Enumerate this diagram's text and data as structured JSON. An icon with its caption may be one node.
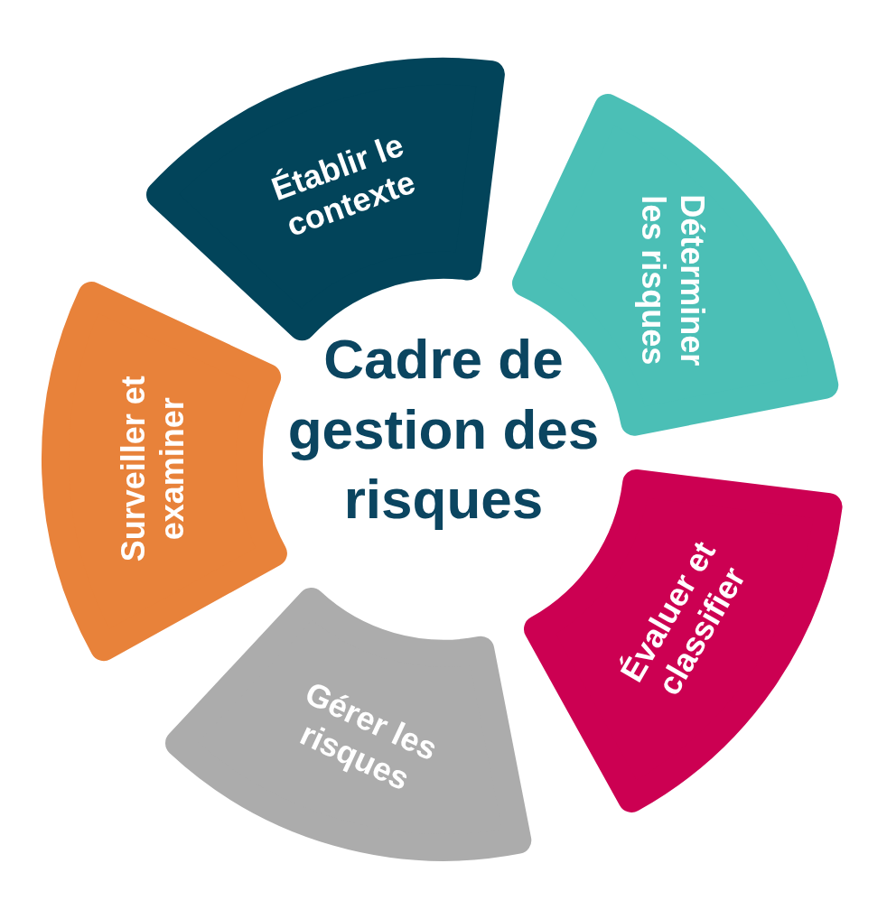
{
  "diagram": {
    "title": "Cadre de gestion des risques",
    "nodes": [
      {
        "text": [
          "Établir le contexte"
        ]
      },
      {
        "text": [
          "Déterminer les risques"
        ]
      },
      {
        "text": [
          "Évaluer et classifier"
        ]
      },
      {
        "text": [
          "Gérer les risques"
        ]
      },
      {
        "text": [
          "Surveiller et examiner"
        ]
      }
    ]
  }
}
